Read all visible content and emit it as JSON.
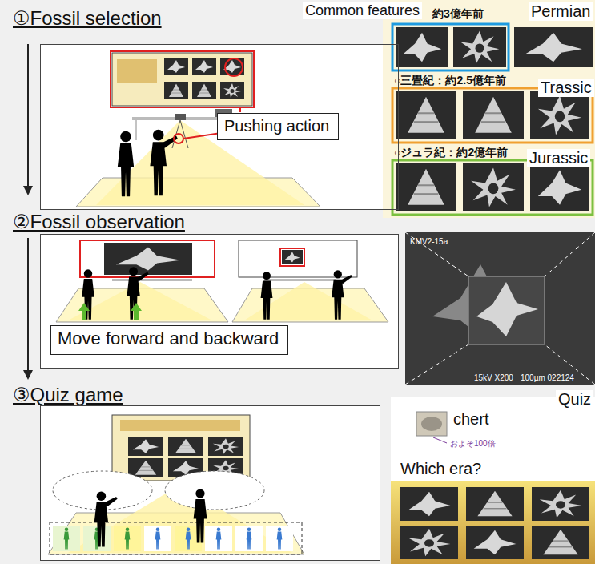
{
  "diagram": {
    "nodes": [
      {
        "text": [
          "①Fossil selection"
        ]
      },
      {
        "text": [
          "Pushing action"
        ],
        "in": 0
      },
      {
        "text": [
          "②Fossil observation"
        ]
      },
      {
        "text": [
          "Move forward and backward"
        ],
        "in": 2
      },
      {
        "text": [
          "③Quiz game"
        ]
      }
    ],
    "labels": [
      "Common features",
      "約3億年前",
      "Permian",
      "○三畳紀：約2.5億年前",
      "Trassic",
      "○ジュラ紀：約2億年前",
      "Jurassic",
      "KMV2-15a",
      "15kV X200",
      "100µm 022124",
      "Quiz",
      "chert",
      "およそ100倍",
      "Which era?"
    ]
  }
}
